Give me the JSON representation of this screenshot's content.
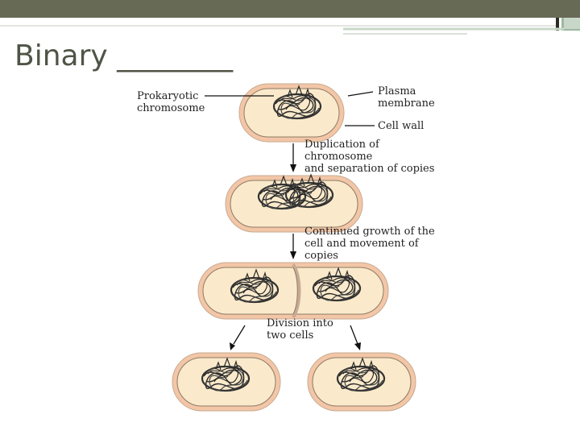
{
  "slide": {
    "title": "Binary ________"
  },
  "diagram": {
    "labels": {
      "prokaryotic_chromosome_line1": "Prokaryotic",
      "prokaryotic_chromosome_line2": "chromosome",
      "plasma_membrane_line1": "Plasma",
      "plasma_membrane_line2": "membrane",
      "cell_wall": "Cell wall",
      "step1_line1": "Duplication of",
      "step1_line2": "chromosome",
      "step1_line3": "and separation of copies",
      "step2_line1": "Continued growth of the",
      "step2_line2": "cell and movement of",
      "step2_line3": "copies",
      "step3_line1": "Division into",
      "step3_line2": "two cells"
    }
  },
  "colors": {
    "header_bar": "#676a55",
    "cell_wall": "#f2c6a6",
    "cytoplasm": "#faeacb",
    "chromosome": "#333333",
    "title_text": "#4f5446"
  }
}
